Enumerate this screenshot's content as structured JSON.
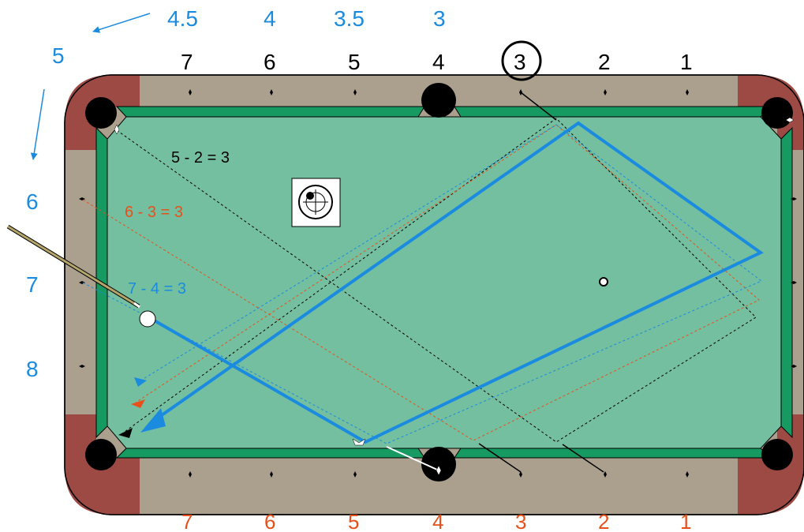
{
  "colors": {
    "cloth": "#73bf9f",
    "cushion": "#169a62",
    "rail": "#aba08d",
    "corner": "#9c4a43",
    "pocket": "#000000",
    "blue": "#1b8be0",
    "orange": "#e8501b",
    "black": "#000000"
  },
  "top_diamond_numbers": [
    "7",
    "6",
    "5",
    "4",
    "3",
    "2",
    "1"
  ],
  "top_blue_numbers": [
    "4.5",
    "4",
    "3.5",
    "3"
  ],
  "left_blue_numbers": [
    "5",
    "6",
    "7",
    "8"
  ],
  "bottom_orange_numbers": [
    "7",
    "6",
    "5",
    "4",
    "3",
    "2",
    "1"
  ],
  "equations": [
    {
      "text": "5 - 2 = 3",
      "color": "black"
    },
    {
      "text": "6 - 3 = 3",
      "color": "orange"
    },
    {
      "text": "7 - 4 = 3",
      "color": "blue"
    }
  ],
  "icons": [
    "cue-stick-icon",
    "cue-ball-icon",
    "object-ball-icon",
    "aim-target-icon",
    "arrow-icon"
  ]
}
